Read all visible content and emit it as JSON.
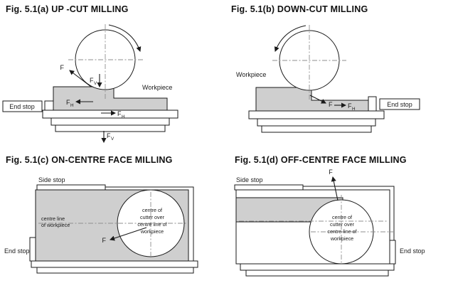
{
  "colors": {
    "background": "#ffffff",
    "ink": "#1a1a1a",
    "workpiece_gray": "#cfcfcf",
    "dash_gray": "#8f8f8f"
  },
  "panel_a": {
    "title": "Fig. 5.1(a) UP -CUT MILLING",
    "workpiece_label": "Workpiece",
    "end_stop_label": "End stop",
    "force_f": "F",
    "sub_v": "V",
    "sub_h": "H"
  },
  "panel_b": {
    "title": "Fig. 5.1(b) DOWN-CUT MILLING",
    "workpiece_label": "Workpiece",
    "end_stop_label": "End stop",
    "force_f": "F",
    "sub_h": "H"
  },
  "panel_c": {
    "title": "Fig. 5.1(c) ON-CENTRE FACE MILLING",
    "side_stop_label": "Side stop",
    "end_stop_label": "End stop",
    "centre_line_label": [
      "centre line",
      "of workpiece"
    ],
    "cutter_note": [
      "centre of",
      "cutter over",
      "centre line of",
      "workpiece"
    ],
    "force_f": "F"
  },
  "panel_d": {
    "title": "Fig. 5.1(d) OFF-CENTRE FACE MILLING",
    "side_stop_label": "Side stop",
    "end_stop_label": "End stop",
    "cutter_note": [
      "centre of",
      "cutter over",
      "centre line of",
      "workpiece"
    ],
    "force_f": "F"
  }
}
